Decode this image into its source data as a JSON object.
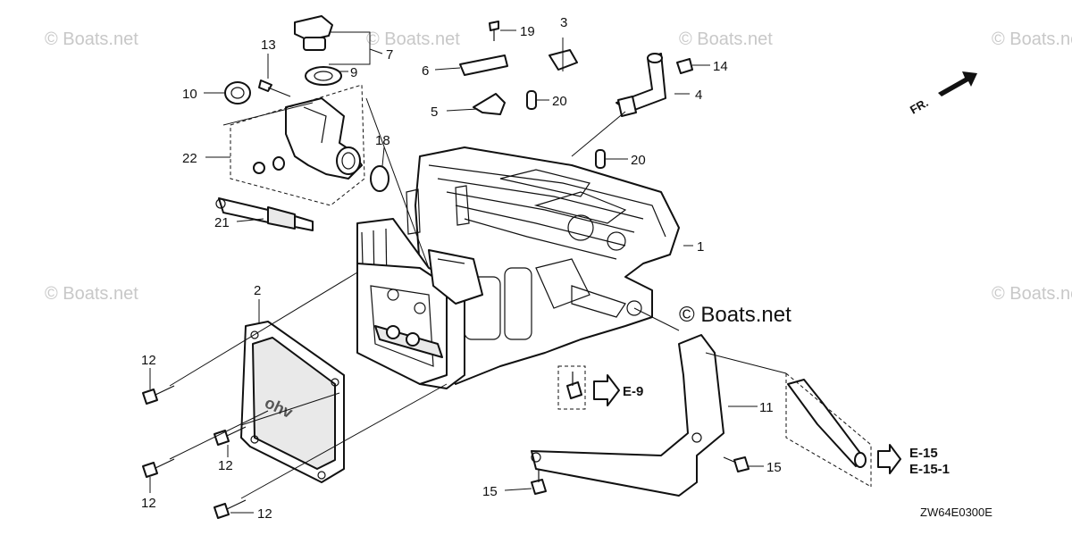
{
  "diagram": {
    "title_code": "ZW64E0300E",
    "copyright": "© Boats.net",
    "watermark": "© Boats.net",
    "direction_label": "FR.",
    "callouts": {
      "c1": "1",
      "c2": "2",
      "c3": "3",
      "c4": "4",
      "c5": "5",
      "c6": "6",
      "c7": "7",
      "c9": "9",
      "c10": "10",
      "c11": "11",
      "c12a": "12",
      "c12b": "12",
      "c12c": "12",
      "c12d": "12",
      "c13": "13",
      "c14": "14",
      "c15a": "15",
      "c15b": "15",
      "c18": "18",
      "c19": "19",
      "c20a": "20",
      "c20b": "20",
      "c21": "21",
      "c22": "22"
    },
    "references": {
      "e9": "E-9",
      "e15": "E-15",
      "e151": "E-15-1"
    }
  }
}
